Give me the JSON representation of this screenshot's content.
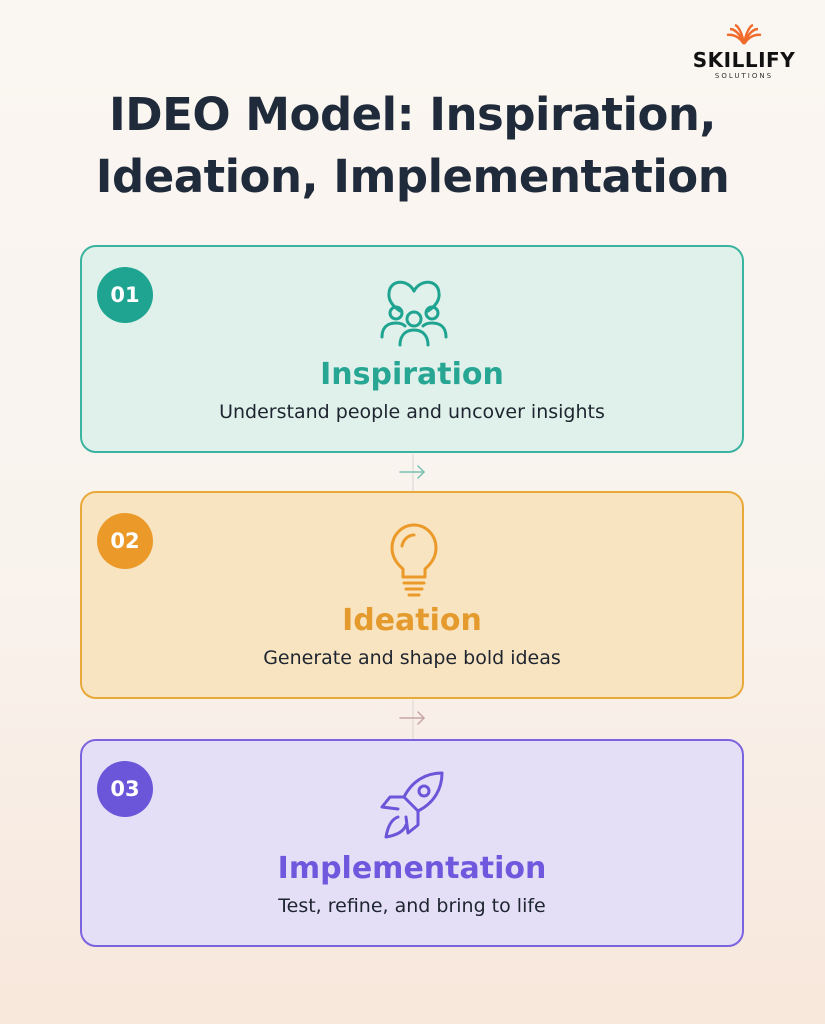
{
  "brand": {
    "name": "SKILLIFY",
    "tagline": "SOLUTIONS",
    "accent": "#f06b2b"
  },
  "title": {
    "line1": "IDEO Model: Inspiration,",
    "line2": "Ideation, Implementation"
  },
  "stages": [
    {
      "number": "01",
      "name": "Inspiration",
      "description": "Understand people and uncover insights",
      "icon": "people-heart-icon",
      "color": "#1fa491"
    },
    {
      "number": "02",
      "name": "Ideation",
      "description": "Generate and shape bold ideas",
      "icon": "lightbulb-icon",
      "color": "#eb9a2a"
    },
    {
      "number": "03",
      "name": "Implementation",
      "description": "Test, refine, and bring to life",
      "icon": "rocket-icon",
      "color": "#6b56d9"
    }
  ],
  "connectors": [
    {
      "from": "Inspiration",
      "to": "Ideation",
      "icon": "arrow-right-icon"
    },
    {
      "from": "Ideation",
      "to": "Implementation",
      "icon": "arrow-right-icon"
    }
  ]
}
